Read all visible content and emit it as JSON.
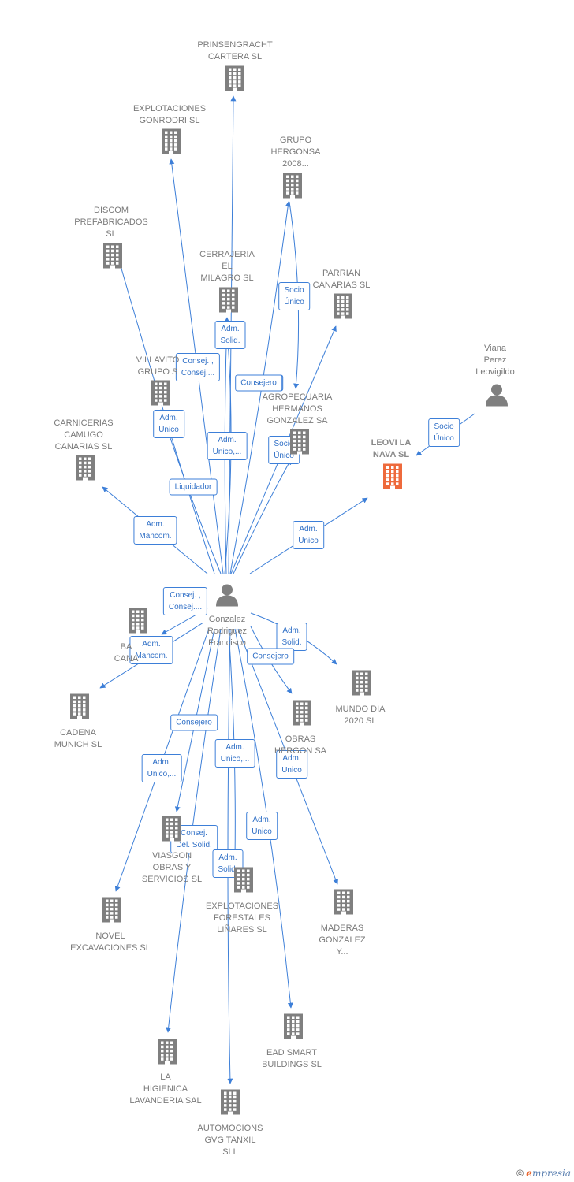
{
  "colors": {
    "edge": "#3d7fd8",
    "company": "#7f7f7f",
    "highlight": "#ee6a3c",
    "person": "#7f7f7f",
    "label": "#7a7a7a"
  },
  "nodes": [
    {
      "id": "prinsengracht",
      "type": "company",
      "label": "PRINSENGRACHT\nCARTERA SL"
    },
    {
      "id": "gonrodri",
      "type": "company",
      "label": "EXPLOTACIONES\nGONRODRI  SL"
    },
    {
      "id": "hergonsa",
      "type": "company",
      "label": "GRUPO\nHERGONSA\n2008..."
    },
    {
      "id": "discom",
      "type": "company",
      "label": "DISCOM\nPREFABRICADOS\nSL"
    },
    {
      "id": "cerrajeria",
      "type": "company",
      "label": "CERRAJERIA\nEL\nMILAGRO  SL"
    },
    {
      "id": "parrian",
      "type": "company",
      "label": "PARRIAN\nCANARIAS  SL"
    },
    {
      "id": "viana",
      "type": "person",
      "label": "Viana\nPerez\nLeovigildo"
    },
    {
      "id": "villavito",
      "type": "company",
      "label": "VILLAVITO\nGRUPO S"
    },
    {
      "id": "agropecuaria",
      "type": "company",
      "label": "AGROPECUARIA\nHERMANOS\nGONZALEZ SA"
    },
    {
      "id": "leovi",
      "type": "main",
      "label": "LEOVI LA\nNAVA  SL"
    },
    {
      "id": "carnicerias",
      "type": "company",
      "label": "CARNICERIAS\nCAMUGO\nCANARIAS SL"
    },
    {
      "id": "gonzalez",
      "type": "person",
      "label": "Gonzalez\nRodriguez\nFrancisco"
    },
    {
      "id": "banana",
      "type": "company",
      "label": "BA\nCANA"
    },
    {
      "id": "mundodia",
      "type": "company",
      "label": "MUNDO DIA\n2020  SL"
    },
    {
      "id": "cadena",
      "type": "company",
      "label": "CADENA\nMUNICH SL"
    },
    {
      "id": "obras",
      "type": "company",
      "label": "OBRAS\nHERGON SA"
    },
    {
      "id": "viasgon",
      "type": "company",
      "label": "VIASGON\nOBRAS Y\nSERVICIOS SL"
    },
    {
      "id": "forestales",
      "type": "company",
      "label": "EXPLOTACIONES\nFORESTALES\nLIÑARES  SL"
    },
    {
      "id": "novel",
      "type": "company",
      "label": "NOVEL\nEXCAVACIONES SL"
    },
    {
      "id": "maderas",
      "type": "company",
      "label": "MADERAS\nGONZALEZ\nY..."
    },
    {
      "id": "eadsmart",
      "type": "company",
      "label": "EAD SMART\nBUILDINGS  SL"
    },
    {
      "id": "higienica",
      "type": "company",
      "label": "LA\nHIGIENICA\nLAVANDERIA SAL"
    },
    {
      "id": "automocions",
      "type": "company",
      "label": "AUTOMOCIONS\nGVG TANXIL\nSLL"
    }
  ],
  "edges": [
    {
      "from": "gonzalez",
      "to": "prinsengracht",
      "label": ""
    },
    {
      "from": "gonzalez",
      "to": "gonrodri",
      "label": "Consej. ,\nConsej...."
    },
    {
      "from": "gonzalez",
      "to": "hergonsa",
      "label": "Consejero"
    },
    {
      "from": "hergonsa",
      "to": "agropecuaria",
      "label": "Socio\nÚnico"
    },
    {
      "from": "gonzalez",
      "to": "discom",
      "label": "Adm.\nUnico"
    },
    {
      "from": "gonzalez",
      "to": "cerrajeria",
      "label": "Adm.\nSolid."
    },
    {
      "from": "gonzalez",
      "to": "parrian",
      "label": "Consejero"
    },
    {
      "from": "viana",
      "to": "leovi",
      "label": "Socio\nÚnico"
    },
    {
      "from": "gonzalez",
      "to": "villavito",
      "label": "Liquidador"
    },
    {
      "from": "gonzalez",
      "to": "agropecuaria",
      "label": "Socio\nÚnico"
    },
    {
      "from": "gonzalez",
      "to": "cerrajeria",
      "label": "Adm.\nUnico,..."
    },
    {
      "from": "gonzalez",
      "to": "leovi",
      "label": "Adm.\nUnico"
    },
    {
      "from": "gonzalez",
      "to": "carnicerias",
      "label": "Adm.\nMancom."
    },
    {
      "from": "gonzalez",
      "to": "banana",
      "label": "Consej. ,\nConsej...."
    },
    {
      "from": "gonzalez",
      "to": "cadena",
      "label": "Adm.\nMancom."
    },
    {
      "from": "gonzalez",
      "to": "mundodia",
      "label": "Adm.\nSolid."
    },
    {
      "from": "gonzalez",
      "to": "obras",
      "label": "Consejero"
    },
    {
      "from": "gonzalez",
      "to": "viasgon",
      "label": "Consejero"
    },
    {
      "from": "gonzalez",
      "to": "novel",
      "label": "Adm.\nUnico,..."
    },
    {
      "from": "gonzalez",
      "to": "forestales",
      "label": "Adm.\nUnico,..."
    },
    {
      "from": "gonzalez",
      "to": "maderas",
      "label": "Adm.\nUnico"
    },
    {
      "from": "gonzalez",
      "to": "higienica",
      "label": "Consej.\nDel. Solid."
    },
    {
      "from": "gonzalez",
      "to": "eadsmart",
      "label": "Adm.\nUnico"
    },
    {
      "from": "gonzalez",
      "to": "automocions",
      "label": "Adm.\nSolid."
    }
  ],
  "brand": {
    "copyright": "©",
    "e": "e",
    "rest": "mpresia"
  }
}
